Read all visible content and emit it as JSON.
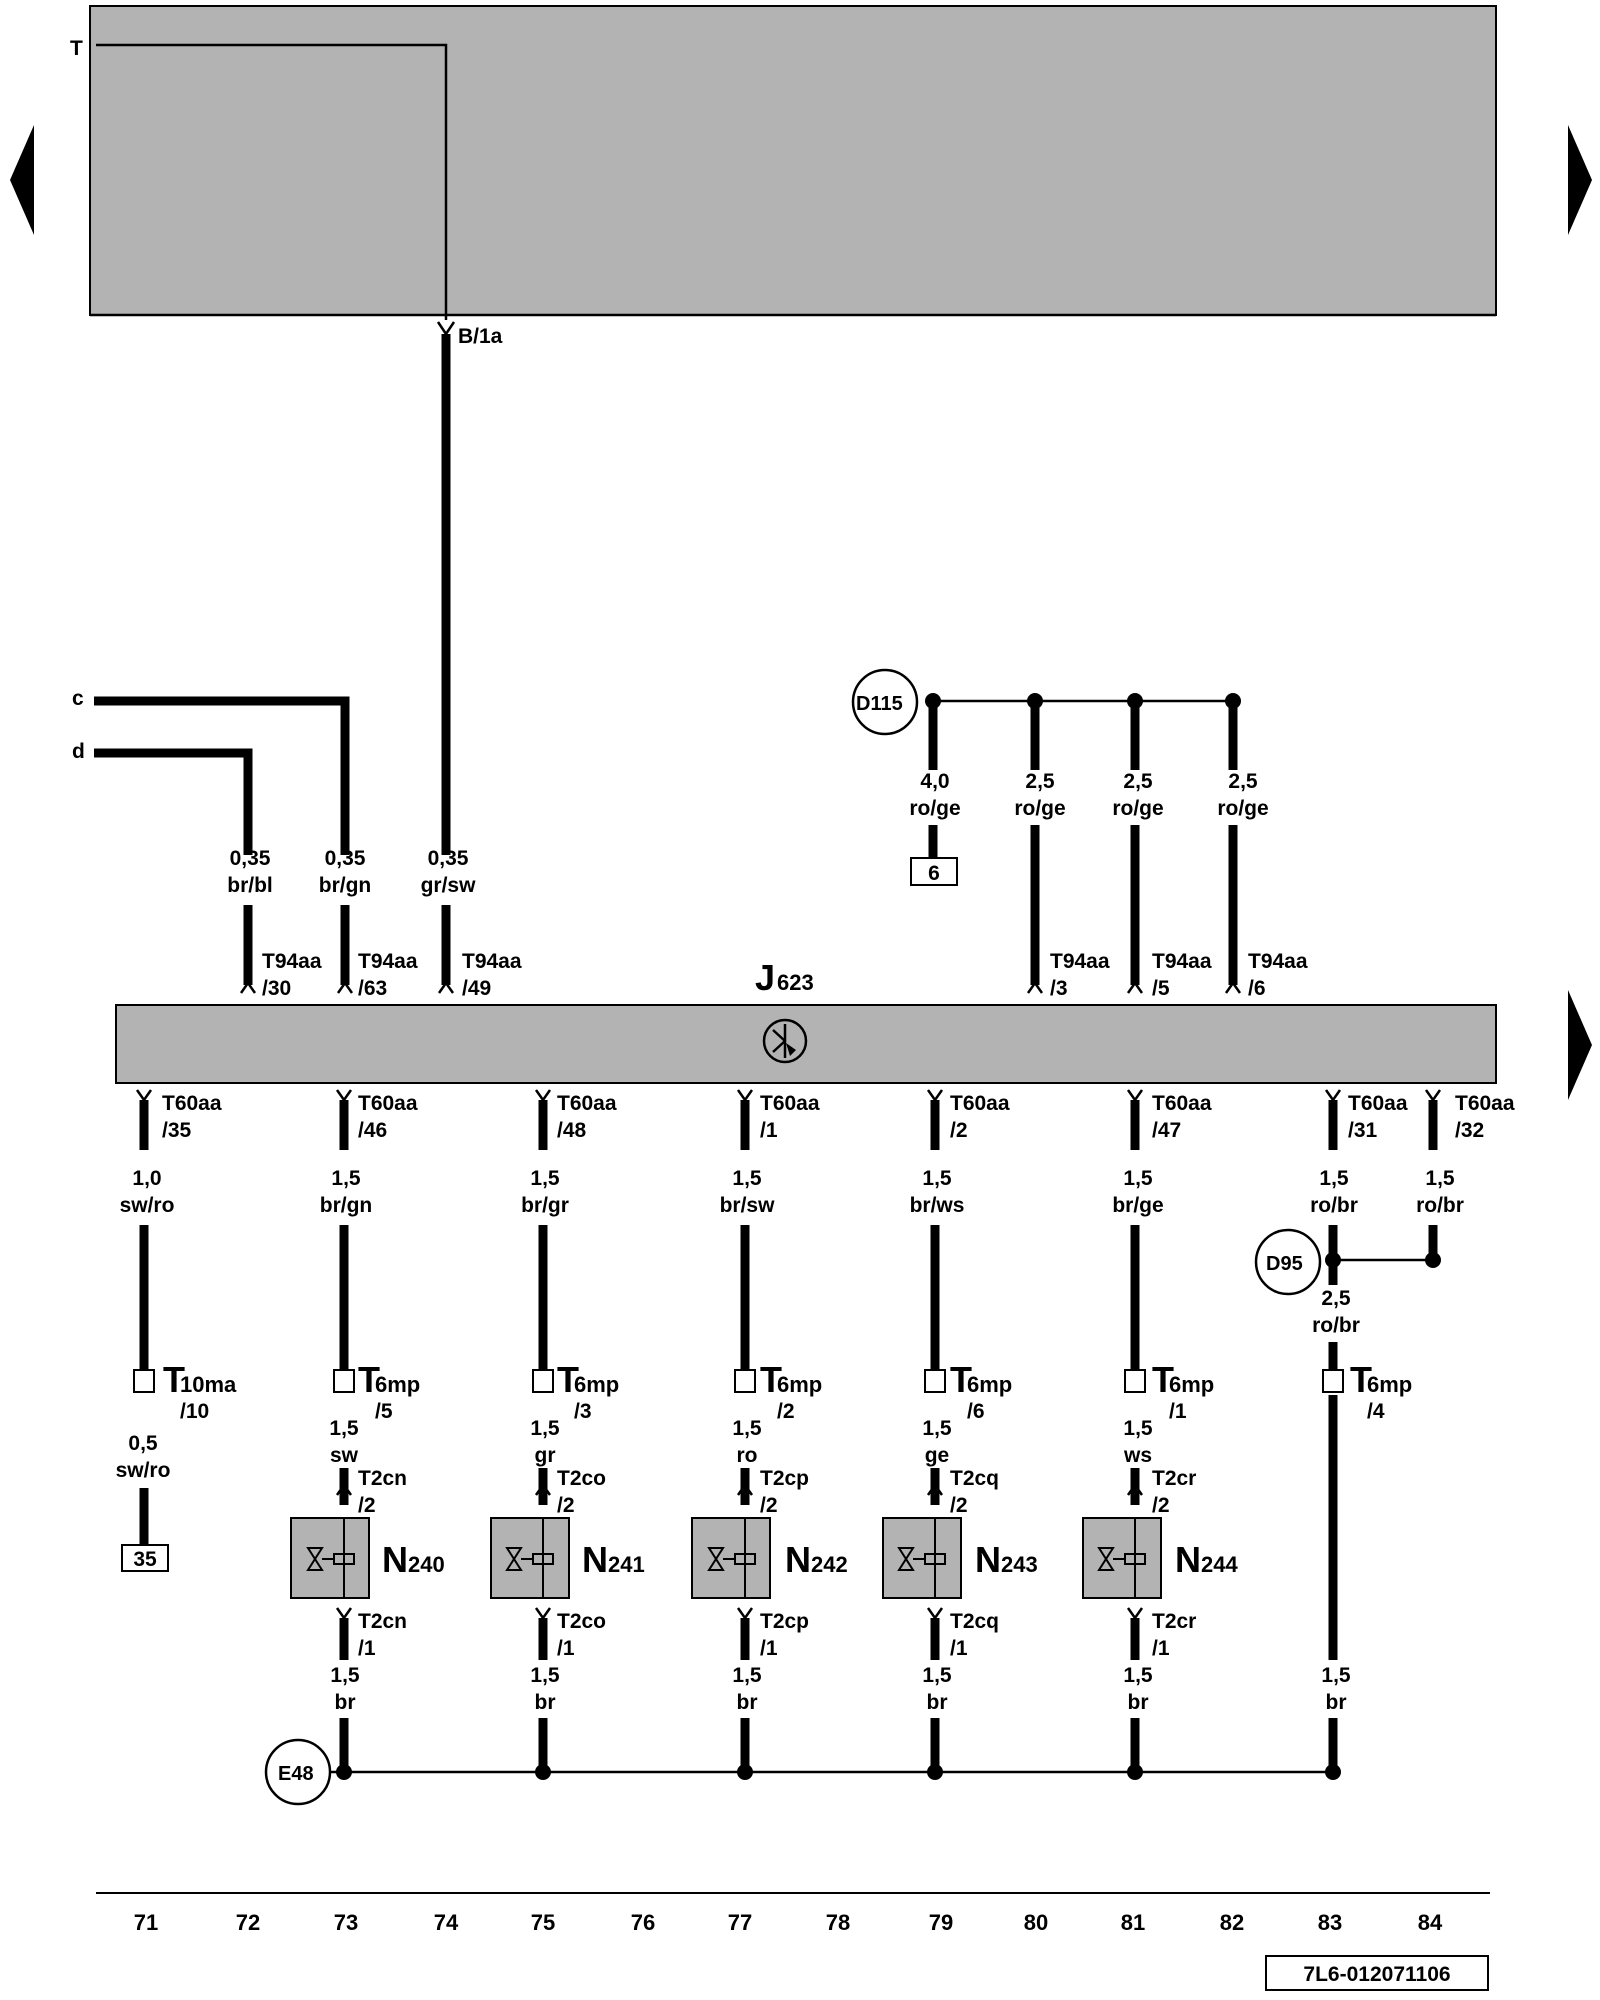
{
  "diagram_id": "7L6-012071106",
  "control_unit": {
    "letter": "J",
    "sub": "623"
  },
  "top_left_label": "T",
  "top_wire_label": "B/1a",
  "side_labels": {
    "c": "c",
    "d": "d"
  },
  "fuse_labels": {
    "d115": "D115",
    "d95": "D95",
    "e48": "E48"
  },
  "box_6": "6",
  "box_35": "35",
  "top_wires": [
    {
      "size": "0,35",
      "color": "br/bl",
      "conn": "T94aa",
      "pin": "/30"
    },
    {
      "size": "0,35",
      "color": "br/gn",
      "conn": "T94aa",
      "pin": "/63"
    },
    {
      "size": "0,35",
      "color": "gr/sw",
      "conn": "T94aa",
      "pin": "/49"
    }
  ],
  "d115_wires": [
    {
      "size": "4,0",
      "color": "ro/ge"
    },
    {
      "size": "2,5",
      "color": "ro/ge",
      "conn": "T94aa",
      "pin": "/3"
    },
    {
      "size": "2,5",
      "color": "ro/ge",
      "conn": "T94aa",
      "pin": "/5"
    },
    {
      "size": "2,5",
      "color": "ro/ge",
      "conn": "T94aa",
      "pin": "/6"
    }
  ],
  "bottom_wires": [
    {
      "conn": "T60aa",
      "pin": "/35",
      "size": "1,0",
      "color": "sw/ro",
      "plug": "T",
      "plug_sub": "10ma",
      "plug_pin": "/10",
      "size2": "0,5",
      "color2": "sw/ro"
    },
    {
      "conn": "T60aa",
      "pin": "/46",
      "size": "1,5",
      "color": "br/gn",
      "plug": "T",
      "plug_sub": "6mp",
      "plug_pin": "/5",
      "size2": "1,5",
      "color2": "sw",
      "valve_conn": "T2cn",
      "valve_pin_top": "/2",
      "valve_pin_bot": "/1",
      "valve": "N",
      "valve_sub": "240",
      "size3": "1,5",
      "color3": "br"
    },
    {
      "conn": "T60aa",
      "pin": "/48",
      "size": "1,5",
      "color": "br/gr",
      "plug": "T",
      "plug_sub": "6mp",
      "plug_pin": "/3",
      "size2": "1,5",
      "color2": "gr",
      "valve_conn": "T2co",
      "valve_pin_top": "/2",
      "valve_pin_bot": "/1",
      "valve": "N",
      "valve_sub": "241",
      "size3": "1,5",
      "color3": "br"
    },
    {
      "conn": "T60aa",
      "pin": "/1",
      "size": "1,5",
      "color": "br/sw",
      "plug": "T",
      "plug_sub": "6mp",
      "plug_pin": "/2",
      "size2": "1,5",
      "color2": "ro",
      "valve_conn": "T2cp",
      "valve_pin_top": "/2",
      "valve_pin_bot": "/1",
      "valve": "N",
      "valve_sub": "242",
      "size3": "1,5",
      "color3": "br"
    },
    {
      "conn": "T60aa",
      "pin": "/2",
      "size": "1,5",
      "color": "br/ws",
      "plug": "T",
      "plug_sub": "6mp",
      "plug_pin": "/6",
      "size2": "1,5",
      "color2": "ge",
      "valve_conn": "T2cq",
      "valve_pin_top": "/2",
      "valve_pin_bot": "/1",
      "valve": "N",
      "valve_sub": "243",
      "size3": "1,5",
      "color3": "br"
    },
    {
      "conn": "T60aa",
      "pin": "/47",
      "size": "1,5",
      "color": "br/ge",
      "plug": "T",
      "plug_sub": "6mp",
      "plug_pin": "/1",
      "size2": "1,5",
      "color2": "ws",
      "valve_conn": "T2cr",
      "valve_pin_top": "/2",
      "valve_pin_bot": "/1",
      "valve": "N",
      "valve_sub": "244",
      "size3": "1,5",
      "color3": "br"
    },
    {
      "conn": "T60aa",
      "pin": "/31",
      "size": "1,5",
      "color": "ro/br",
      "size2": "2,5",
      "color2": "ro/br",
      "plug": "T",
      "plug_sub": "6mp",
      "plug_pin": "/4",
      "size3": "1,5",
      "color3": "br"
    },
    {
      "conn": "T60aa",
      "pin": "/32",
      "size": "1,5",
      "color": "ro/br"
    }
  ],
  "column_numbers": [
    "71",
    "72",
    "73",
    "74",
    "75",
    "76",
    "77",
    "78",
    "79",
    "80",
    "81",
    "82",
    "83",
    "84"
  ]
}
